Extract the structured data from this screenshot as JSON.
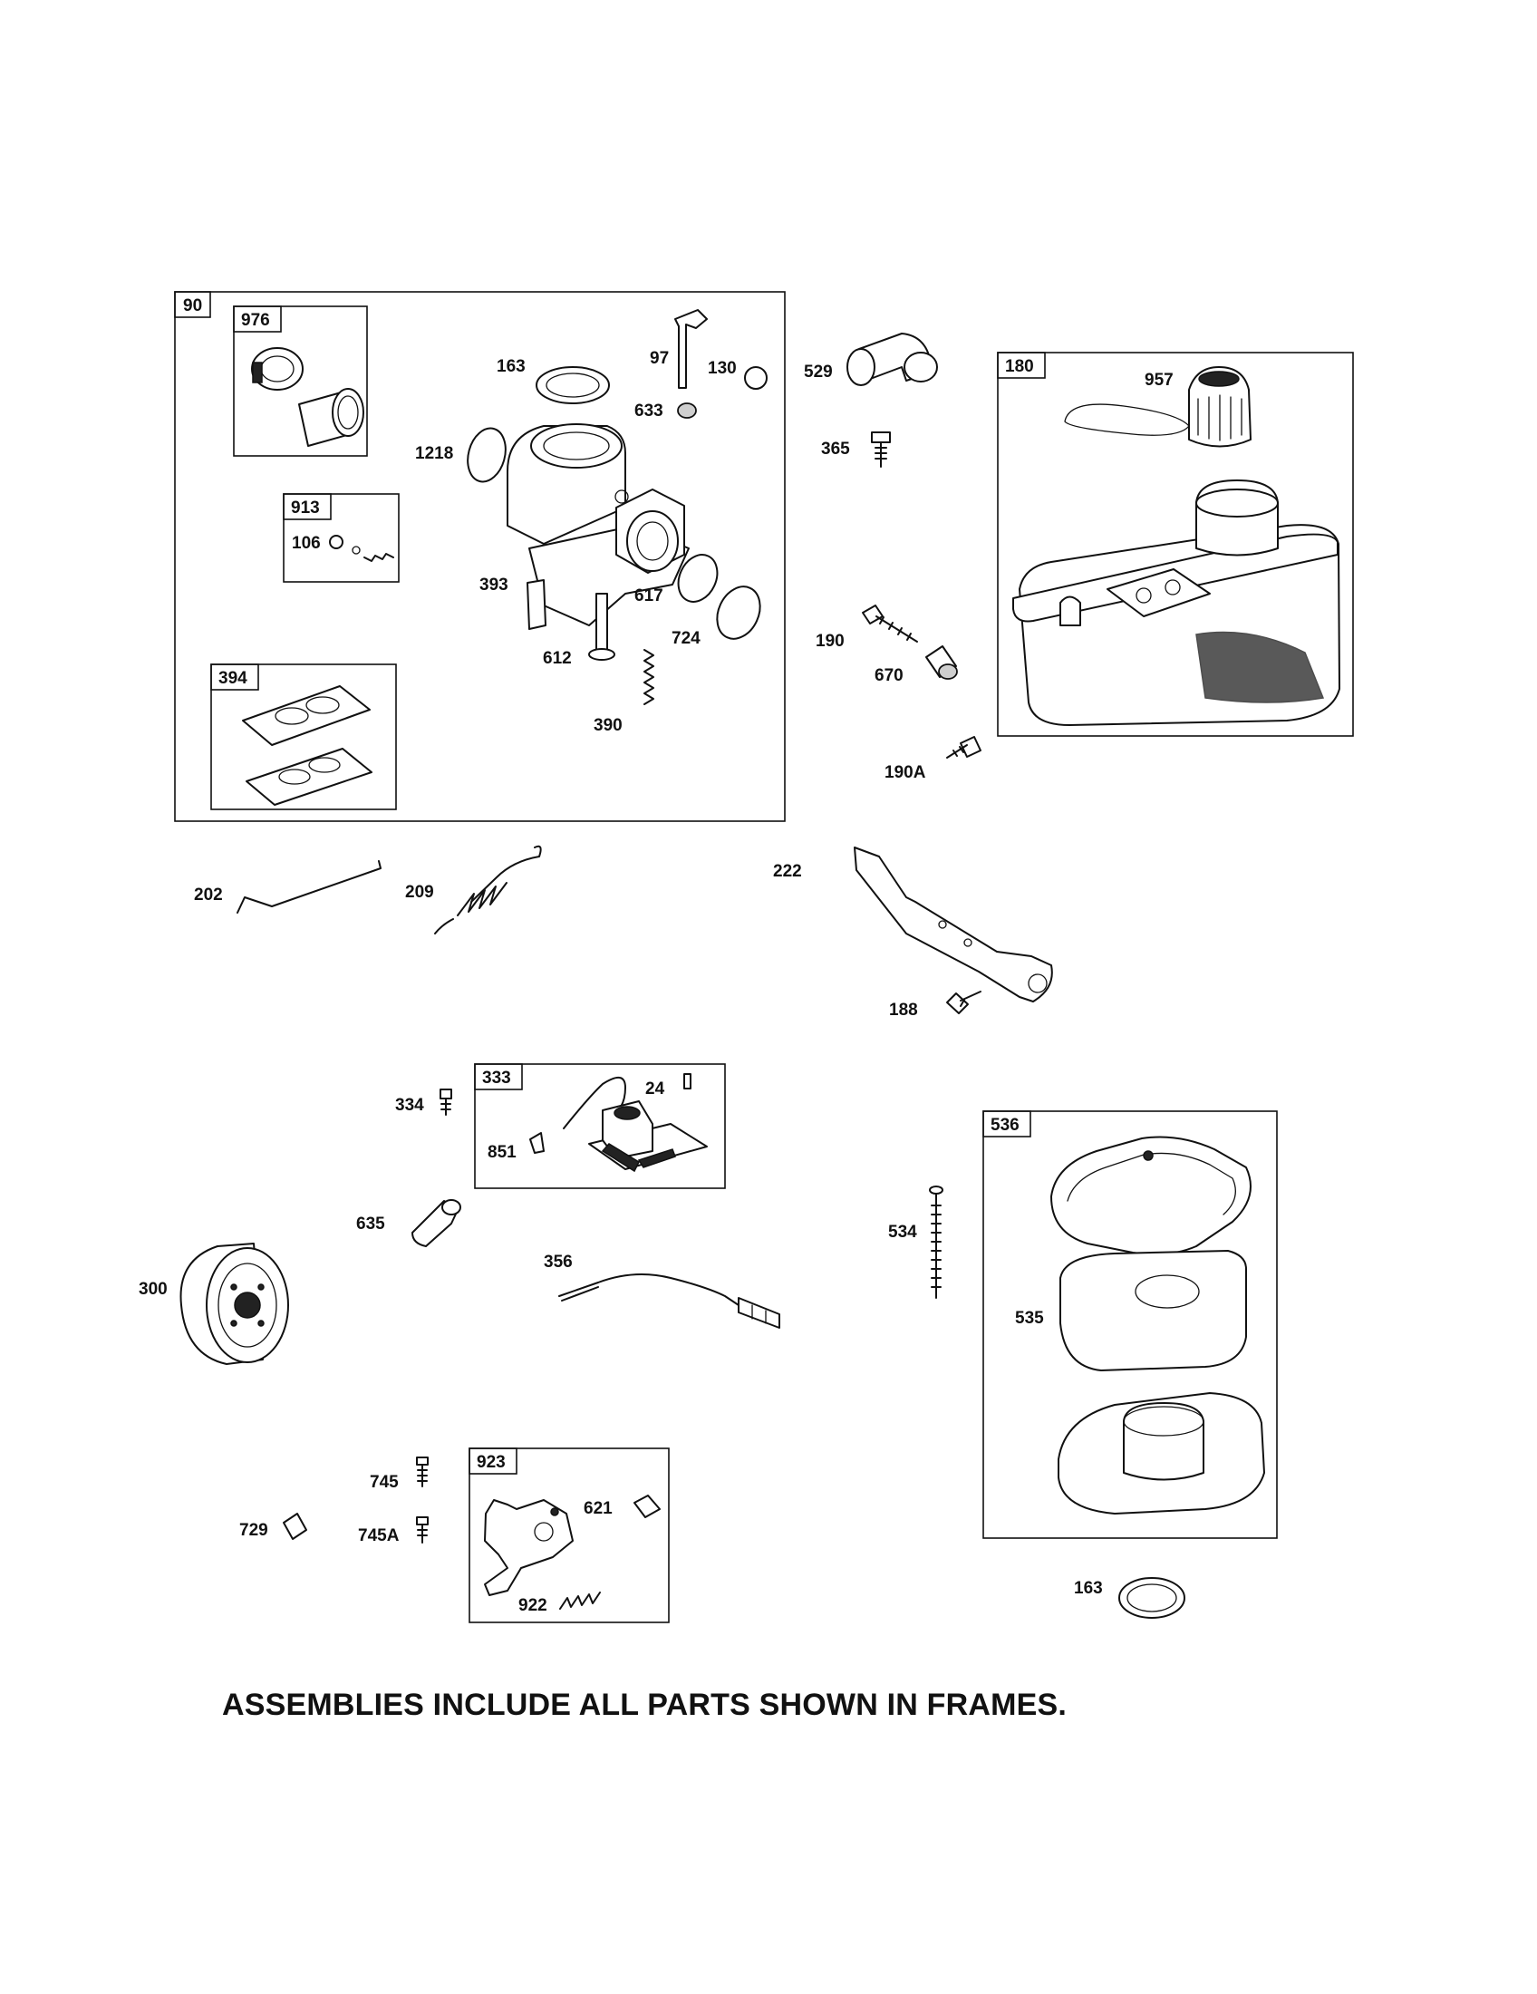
{
  "frames": {
    "f90": "90",
    "f976": "976",
    "f913": "913",
    "f394": "394",
    "f180": "180",
    "f333": "333",
    "f536": "536",
    "f923": "923"
  },
  "parts": {
    "p163a": "163",
    "p97": "97",
    "p130": "130",
    "p633": "633",
    "p1218": "1218",
    "p106": "106",
    "p393": "393",
    "p617": "617",
    "p724": "724",
    "p612": "612",
    "p390": "390",
    "p529": "529",
    "p365": "365",
    "p957": "957",
    "p190": "190",
    "p670": "670",
    "p190A": "190A",
    "p202": "202",
    "p209": "209",
    "p222": "222",
    "p188": "188",
    "p334": "334",
    "p24": "24",
    "p851": "851",
    "p635": "635",
    "p356": "356",
    "p300": "300",
    "p534": "534",
    "p535": "535",
    "p745": "745",
    "p745A": "745A",
    "p729": "729",
    "p621": "621",
    "p922": "922",
    "p163b": "163"
  },
  "footer_note": "ASSEMBLIES INCLUDE ALL PARTS SHOWN IN FRAMES."
}
